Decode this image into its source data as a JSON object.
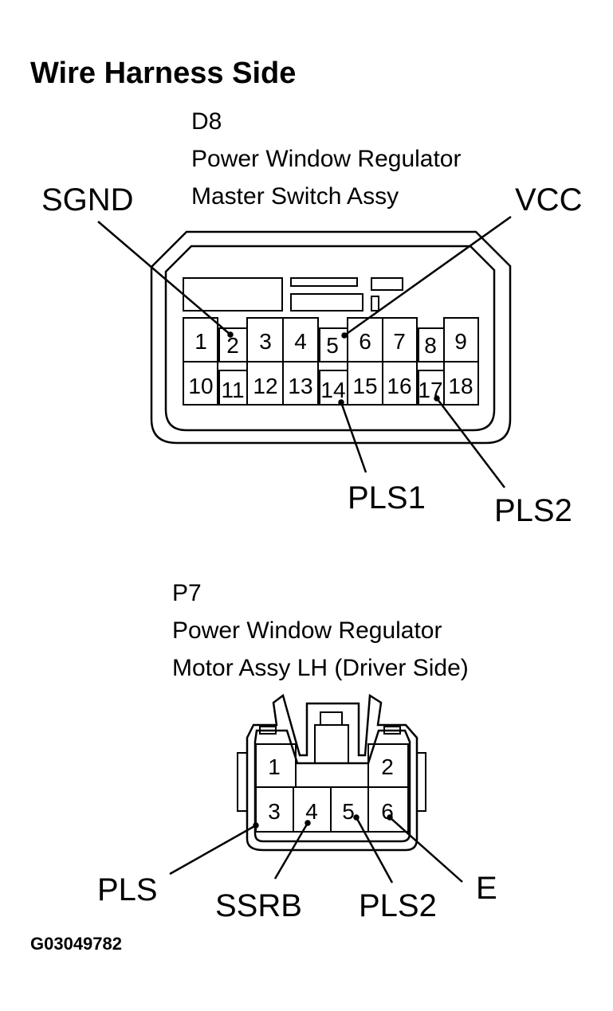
{
  "title": "Wire Harness Side",
  "d8": {
    "code": "D8",
    "name_line1": "Power Window Regulator",
    "name_line2": "Master Switch Assy",
    "pins": [
      "1",
      "2",
      "3",
      "4",
      "5",
      "6",
      "7",
      "8",
      "9",
      "10",
      "11",
      "12",
      "13",
      "14",
      "15",
      "16",
      "17",
      "18"
    ],
    "labels": {
      "sgnd": "SGND",
      "vcc": "VCC",
      "pls1": "PLS1",
      "pls2": "PLS2"
    }
  },
  "p7": {
    "code": "P7",
    "name_line1": "Power Window Regulator",
    "name_line2": "Motor Assy LH (Driver Side)",
    "pins": [
      "1",
      "2",
      "3",
      "4",
      "5",
      "6"
    ],
    "labels": {
      "pls": "PLS",
      "ssrb": "SSRB",
      "pls2": "PLS2",
      "e": "E"
    }
  },
  "figure_id": "G03049782"
}
